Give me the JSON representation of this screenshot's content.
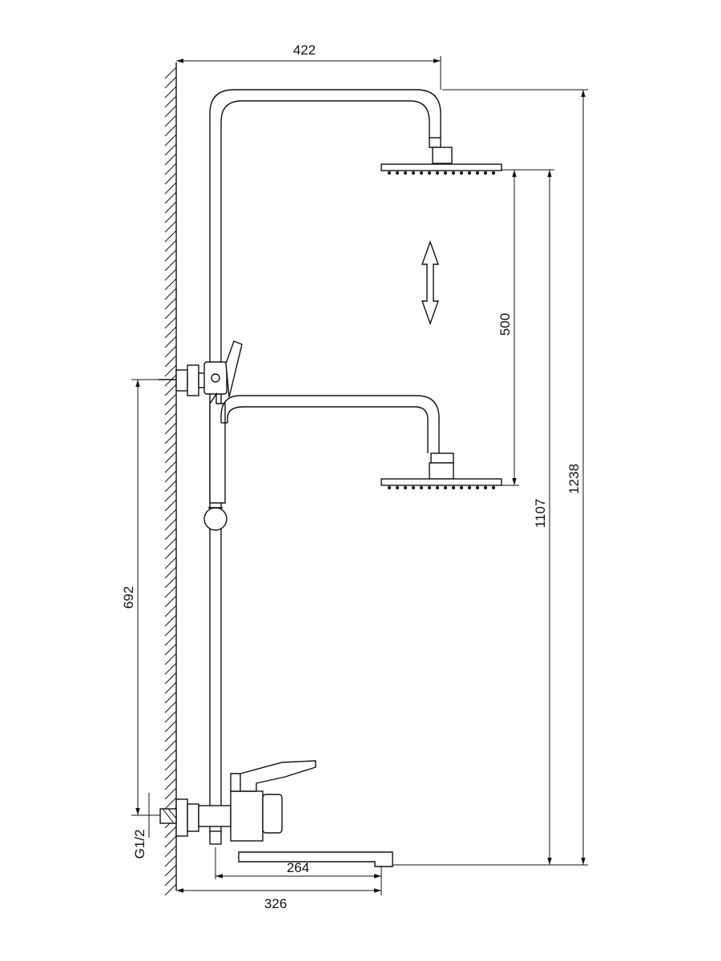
{
  "dimensions": {
    "top_width": "422",
    "slide_range": "500",
    "head_height_low": "1107",
    "total_height": "1238",
    "inlet_height": "692",
    "thread": "G1/2",
    "spout_reach": "264",
    "overall_depth": "326"
  },
  "colors": {
    "line": "#111111",
    "background": "#ffffff"
  }
}
